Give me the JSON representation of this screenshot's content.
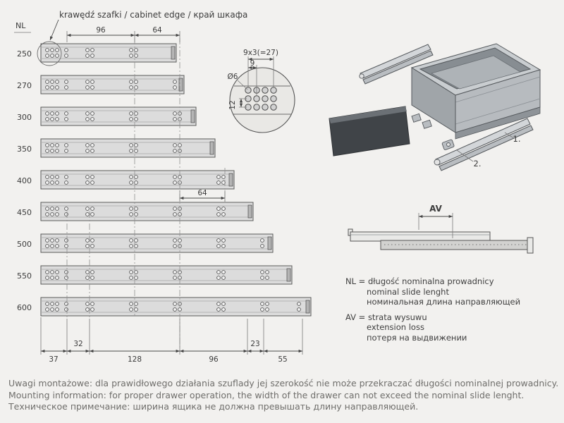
{
  "header": {
    "nl_label": "NL",
    "cabinet_edge_label": "krawędź szafki / cabinet edge / край шкафа"
  },
  "slides": {
    "lengths": [
      "250",
      "270",
      "300",
      "350",
      "400",
      "450",
      "500",
      "550",
      "600"
    ]
  },
  "dims": {
    "top_96": "96",
    "top_64": "64",
    "mid_64": "64",
    "bottom": [
      "37",
      "32",
      "128",
      "96",
      "23",
      "55"
    ],
    "detail_group": "9x3(=27)",
    "detail_pitch": "9",
    "detail_dia": "Ø6",
    "detail_row": "12",
    "av": "AV"
  },
  "iso": {
    "label_1": "1.",
    "label_2": "2."
  },
  "legend": {
    "nl_line1": "NL = długość nominalna prowadnicy",
    "nl_line2": "nominal slide lenght",
    "nl_line3": "номинальная длина направляющей",
    "av_line1": "AV = strata wysuwu",
    "av_line2": "extension loss",
    "av_line3": "потеря на выдвижении"
  },
  "notes": [
    "Uwagi montażowe: dla prawidłowego działania szuflady jej szerokość nie może przekraczać długości nominalnej prowadnicy.",
    "Mounting information: for proper drawer operation, the width of the drawer can not exceed the nominal slide lenght.",
    "Техническое примечание: ширина ящика не должна превышать длину направляющей."
  ]
}
